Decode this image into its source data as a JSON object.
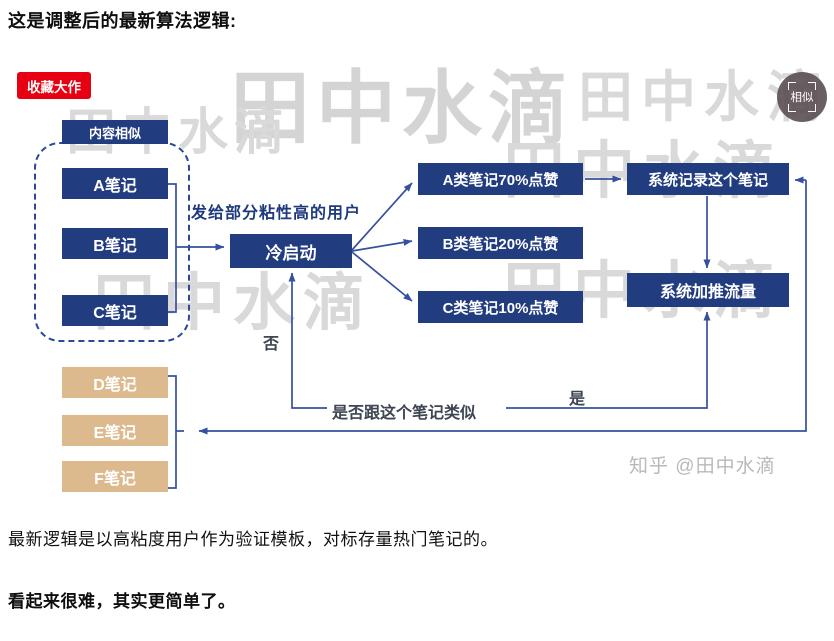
{
  "page": {
    "heading": "这是调整后的最新算法逻辑:",
    "paragraph1": "最新逻辑是以高粘度用户作为验证模板，对标存量热门笔记的。",
    "paragraph2": "看起来很难，其实更简单了。"
  },
  "diagram": {
    "badge": "收藏大作",
    "group_label": "内容相似",
    "source_notes": [
      "A笔记",
      "B笔记",
      "C笔记"
    ],
    "edge_label_top": "发给部分粘性高的用户",
    "cold_start": "冷启动",
    "result_notes": [
      "A类笔记70%点赞",
      "B类笔记20%点赞",
      "C类笔记10%点赞"
    ],
    "record_box": "系统记录这个笔记",
    "push_box": "系统加推流量",
    "candidate_notes": [
      "D笔记",
      "E笔记",
      "F笔记"
    ],
    "decision_label": "是否跟这个笔记类似",
    "yes_label": "是",
    "no_label": "否",
    "watermark": "田中水滴",
    "credit": "知乎 @田中水滴",
    "similar_button": "相似",
    "colors": {
      "box_navy": "#223c80",
      "box_tan": "#dcba8e",
      "badge_red": "#e60012",
      "line_blue": "#35509e",
      "watermark_gray": "#d9d9d9"
    }
  }
}
